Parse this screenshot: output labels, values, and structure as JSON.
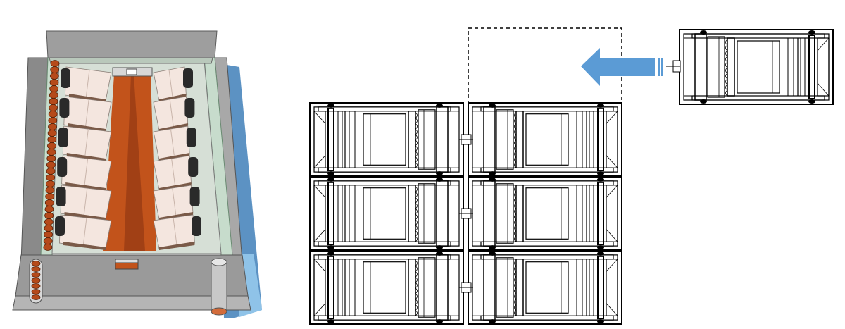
{
  "figure": {
    "panels": [
      {
        "id": "a",
        "kind": "3d-render",
        "subject": "tray-module-with-electrode-plates"
      },
      {
        "id": "b",
        "kind": "line-drawing",
        "subject": "module-array-2x3-with-empty-slot"
      },
      {
        "id": "c",
        "kind": "line-drawing",
        "subject": "single-module-being-inserted"
      }
    ],
    "array": {
      "rows": 3,
      "cols": 2,
      "empty_slots": 1
    },
    "colors": {
      "housing": "#9e9e9e",
      "housing_dark": "#6e6e6e",
      "channel": "#c2531b",
      "channel_dark": "#8a3412",
      "plate": "#f4e6df",
      "seal": "#2a2a2a",
      "coil": "#b54a1a",
      "shadow": "#3f7fb8",
      "glass": "#c7dccc",
      "arrow": "#5b9bd5",
      "line": "#000000"
    },
    "icons": {
      "insert_arrow": "arrow-left-icon"
    }
  }
}
